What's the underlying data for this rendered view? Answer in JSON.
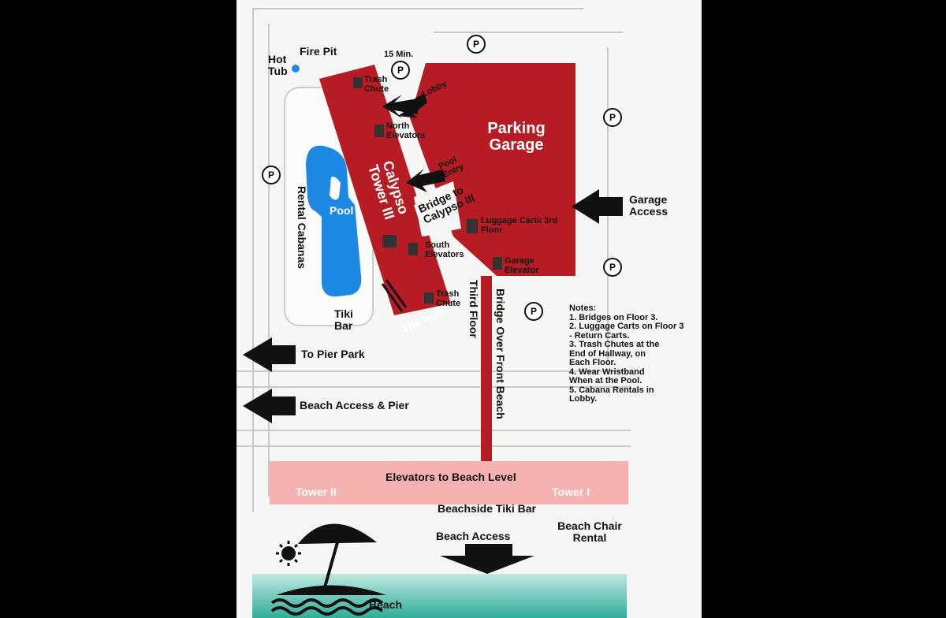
{
  "labels": {
    "hot_tub": "Hot Tub",
    "fire_pit": "Fire Pit",
    "fifteen_min": "15 Min.",
    "trash_chute_north": "Trash Chute",
    "lobby": "Lobby",
    "north_elevators": "North Elevators",
    "calypso_tower": "Calypso Tower III",
    "parking_garage": "Parking Garage",
    "pool_entry": "Pool Entry",
    "bridge_to_calypso": "Bridge to Calypso III",
    "garage_access": "Garage Access",
    "pool": "Pool",
    "rental_cabanas": "Rental Cabanas",
    "luggage_carts": "Luggage Carts 3rd Floor",
    "south_elevators": "South Elevators",
    "garage_elevator": "Garage Elevator",
    "trash_chute_south": "Trash Chute",
    "tiki_bar": "Tiki Bar",
    "the_hub": "The Hub",
    "third_floor": "Third Floor",
    "bridge_over": "Bridge Over Front Beach",
    "to_pier_park": "To Pier Park",
    "beach_access_pier": "Beach Access & Pier",
    "elevators_beach": "Elevators to Beach Level",
    "tower_ii": "Tower II",
    "tower_i": "Tower I",
    "beachside_tiki": "Beachside Tiki Bar",
    "beach_access": "Beach Access",
    "beach_chair": "Beach Chair Rental",
    "beach": "Beach",
    "no_parking_symbol": "P"
  },
  "notes": {
    "title": "Notes:",
    "items": [
      "1. Bridges on Floor 3.",
      "2. Luggage Carts on Floor 3 - Return Carts.",
      "3. Trash Chutes at the End of Hallway, on Each Floor.",
      "4. Wear Wristband When at the Pool.",
      "5. Cabana Rentals in Lobby."
    ]
  },
  "colors": {
    "building_red": "#b71c24",
    "pool_blue": "#1e88e5",
    "beach_pink": "#f6b1b1",
    "ocean_teal": "#36b3a0"
  },
  "icons": [
    "no-parking-icon",
    "trash-icon",
    "elevator-icon",
    "stairs-icon",
    "swimmer-icon",
    "luggage-cart-icon",
    "fork-knife-icon",
    "sun-icon",
    "umbrella-icon",
    "wave-icon",
    "arrow-icon"
  ]
}
